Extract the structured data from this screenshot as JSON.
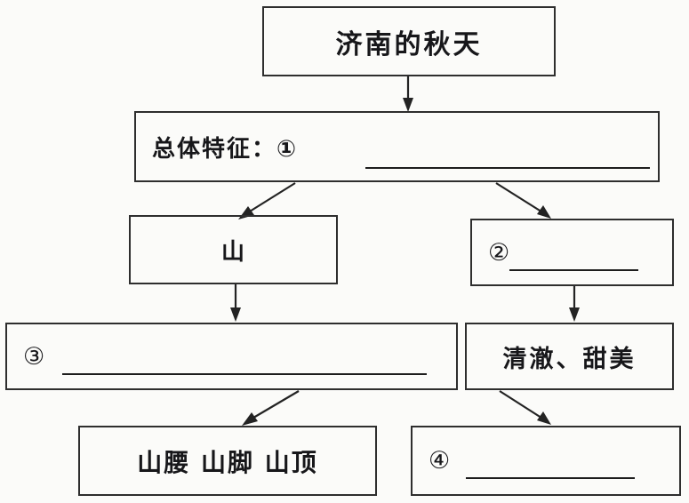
{
  "diagram": {
    "title": "济南的秋天",
    "type": "flowchart",
    "nodes": [
      {
        "id": "n1",
        "text": "济南的秋天",
        "blank": false
      },
      {
        "id": "n2",
        "text": "总体特征：①",
        "blank": true
      },
      {
        "id": "n3",
        "text": "山",
        "blank": false
      },
      {
        "id": "n4",
        "text": "②",
        "blank": true
      },
      {
        "id": "n5",
        "text": "③",
        "blank": true
      },
      {
        "id": "n6",
        "text": "清澈、甜美",
        "blank": false
      },
      {
        "id": "n7",
        "text": "山腰  山脚  山顶",
        "blank": false
      },
      {
        "id": "n8",
        "text": "④",
        "blank": true
      }
    ],
    "edges": [
      {
        "from": "n1",
        "to": "n2",
        "style": "vertical-arrow"
      },
      {
        "from": "n2",
        "to": "n3",
        "style": "diagonal-arrow-left"
      },
      {
        "from": "n2",
        "to": "n4",
        "style": "diagonal-arrow-right"
      },
      {
        "from": "n3",
        "to": "n5",
        "style": "vertical-arrow"
      },
      {
        "from": "n4",
        "to": "n6",
        "style": "vertical-arrow"
      },
      {
        "from": "n5",
        "to": "n7",
        "style": "diagonal-arrow-left"
      },
      {
        "from": "n6",
        "to": "n8",
        "style": "diagonal-arrow-right"
      }
    ],
    "colors": {
      "ink": "#232323",
      "paper": "#fbfbf9"
    }
  }
}
